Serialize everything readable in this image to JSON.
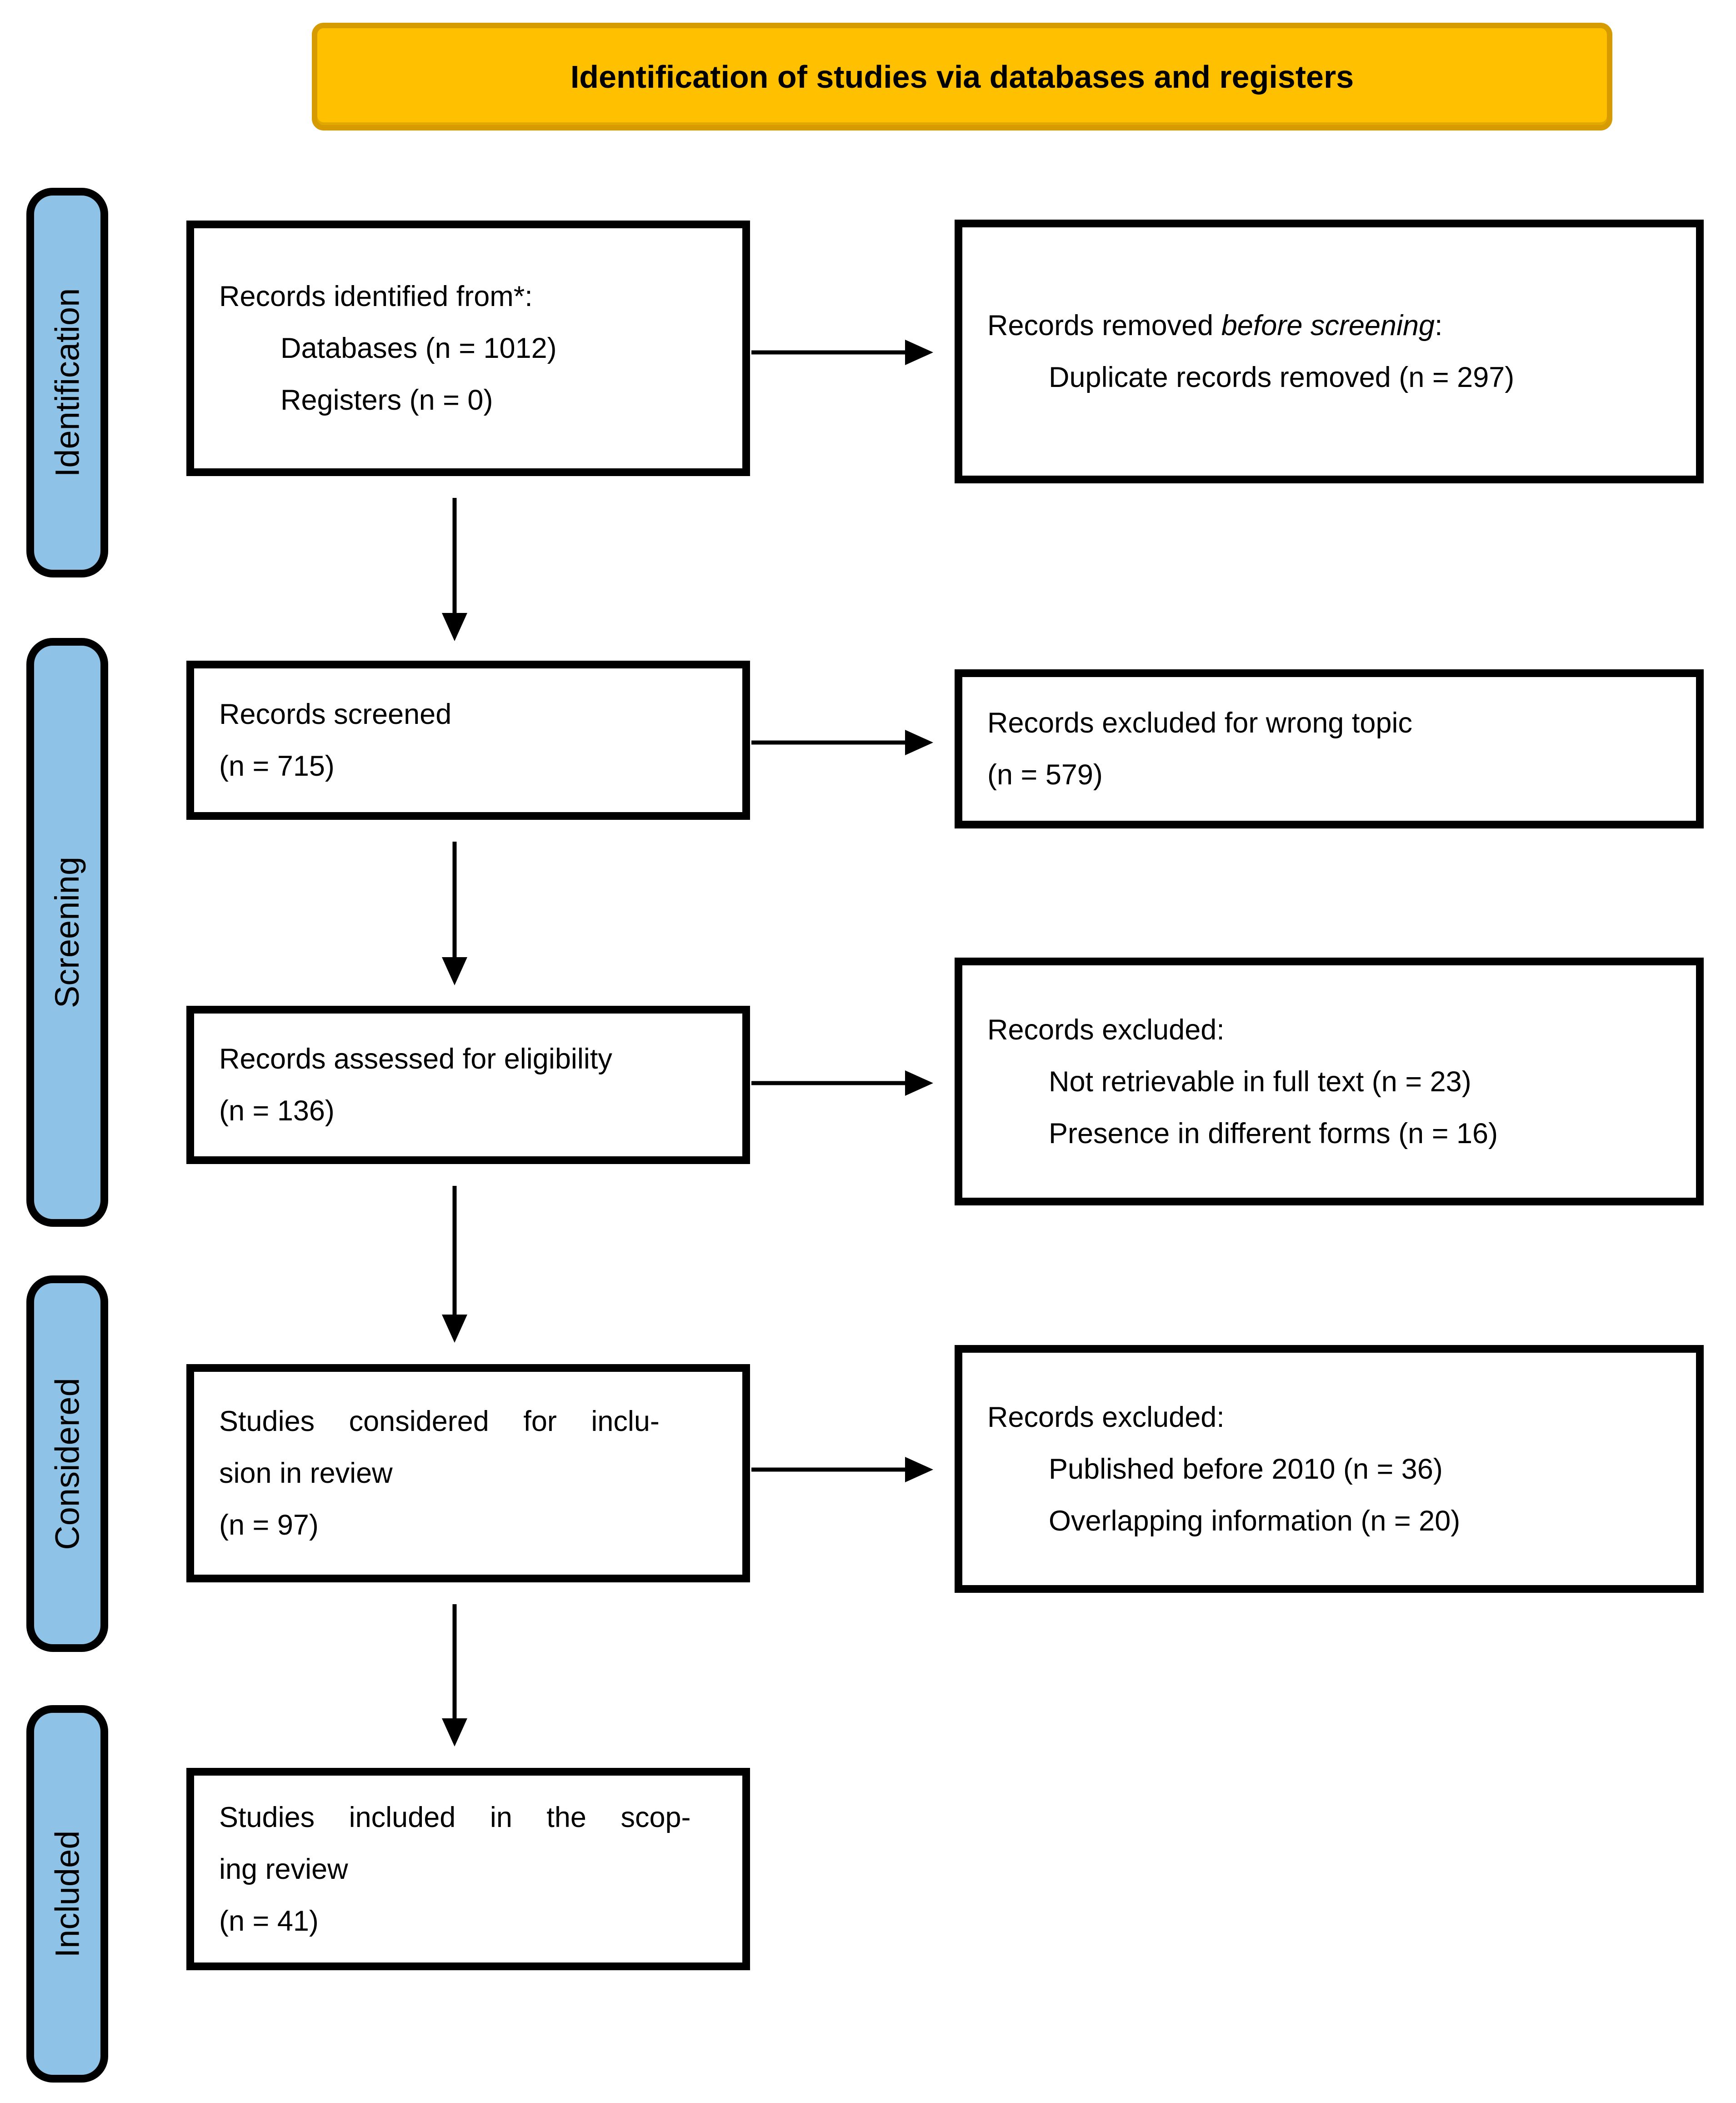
{
  "banner": {
    "text": "Identification of studies via databases and registers",
    "fill": "#FFC000",
    "border_color": "#D59B00"
  },
  "stage_fill": "#8EC2E6",
  "stages": [
    {
      "label": "Identification"
    },
    {
      "label": "Screening"
    },
    {
      "label": "Considered"
    },
    {
      "label": "Included"
    }
  ],
  "main": [
    {
      "id": "records-identified",
      "lines": [
        {
          "text": "Records identified from*:"
        },
        {
          "text": "Databases (n = 1012)"
        },
        {
          "text": "Registers (n = 0)"
        }
      ]
    },
    {
      "id": "records-screened",
      "lines": [
        {
          "text": "Records screened"
        },
        {
          "text": "(n = 715)"
        }
      ]
    },
    {
      "id": "records-assessed",
      "lines": [
        {
          "text": "Records assessed for eligibility"
        },
        {
          "text": "(n = 136)"
        }
      ]
    },
    {
      "id": "studies-considered",
      "lines": [
        {
          "text": "Studies considered for inclu-"
        },
        {
          "text": "sion in review"
        },
        {
          "text": "(n = 97)"
        }
      ]
    },
    {
      "id": "studies-included",
      "lines": [
        {
          "text": "Studies included in the scop-"
        },
        {
          "text": "ing review"
        },
        {
          "text": "(n = 41)"
        }
      ]
    }
  ],
  "exclusions": [
    {
      "id": "removed-before-screening",
      "line1": {
        "pre": "Records removed ",
        "italic": "before screening",
        "post": ":"
      },
      "lines": [
        {
          "text": "Duplicate records removed (n = 297)"
        }
      ]
    },
    {
      "id": "excluded-wrong-topic",
      "lines": [
        {
          "text": "Records excluded for wrong topic"
        },
        {
          "text": "(n = 579)"
        }
      ]
    },
    {
      "id": "excluded-full-text",
      "lines": [
        {
          "text": "Records excluded:"
        },
        {
          "text": "Not retrievable in full text (n = 23)"
        },
        {
          "text": "Presence in different forms (n = 16)"
        }
      ]
    },
    {
      "id": "excluded-considered",
      "lines": [
        {
          "text": "Records excluded:"
        },
        {
          "text": "Published before 2010 (n = 36)"
        },
        {
          "text": "Overlapping information (n = 20)"
        }
      ]
    }
  ]
}
